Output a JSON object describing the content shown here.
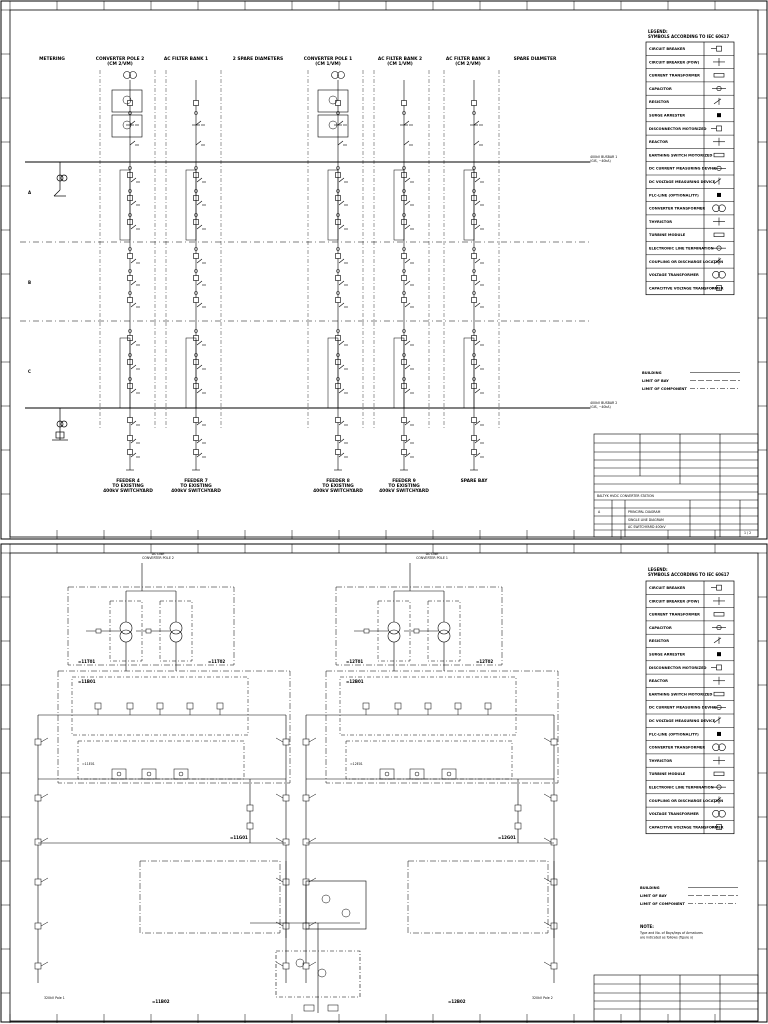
{
  "sheet1": {
    "column_headers": [
      "METERING",
      "CONVERTER POLE 2\n(CM 2/VM)",
      "AC FILTER BANK 1",
      "2 SPARE DIAMETERS",
      "CONVERTER POLE 1\n(CM 1/VM)",
      "AC FILTER BANK 2\n(CM 1/VM)",
      "AC FILTER BANK 3\n(CM 2/VM)",
      "SPARE DIAMETER"
    ],
    "bus_top_label": "400kV BUSBAR 1\n(GIS, ~40kA)",
    "bus_bottom_label": "400kV BUSBAR 2\n(GIS, ~40kA)",
    "zone_labels": [
      "A",
      "B",
      "C"
    ],
    "feeders": [
      "FEEDER 4\nTO EXISTING\n400kV SWITCHYARD",
      "FEEDER 7\nTO EXISTING\n400kV SWITCHYARD",
      "FEEDER 8\nTO EXISTING\n400kV SWITCHYARD",
      "FEEDER 9\nTO EXISTING\n400kV SWITCHYARD",
      "SPARE BAY"
    ],
    "legend_title": "LEGEND:\nSYMBOLS ACCORDING TO IEC 60617",
    "legend_items": [
      "CIRCUIT BREAKER",
      "CIRCUIT BREAKER (POW)",
      "CURRENT TRANSFORMER",
      "CAPACITOR",
      "RESISTOR",
      "SURGE ARRESTER",
      "DISCONNECTOR MOTORIZED",
      "REACTOR",
      "EARTHING SWITCH MOTORIZED",
      "DC CURRENT MEASURING DEVICE",
      "DC VOLTAGE MEASURING DEVICE",
      "PLC-LINE (OPTIONALITY)",
      "CONVERTER TRANSFORMER",
      "THYRISTOR",
      "TURBINE MODULE",
      "ELECTRONIC LINE TERMINATION",
      "COUPLING OR DISCHARGE LOCATION",
      "VOLTAGE TRANSFORMER",
      "CAPACITIVE VOLTAGE TRANSFORMER"
    ],
    "boundary_legend": [
      "BUILDING",
      "LIMIT OF BAY",
      "LIMIT OF COMPONENT"
    ],
    "title_block": {
      "rows": [
        "BALTYK HVDC CONVERTER STATION",
        "SINGLE LINE DIAGRAM",
        "AC SWITCHYARD 400kV"
      ],
      "doc": "PRINCIPAL DIAGRAM",
      "rev": "A",
      "sheet": "1 / 2"
    }
  },
  "sheet2": {
    "top_labels": [
      "DC LINE\nCONVERTER POLE 2",
      "DC LINE\nCONVERTER POLE 1"
    ],
    "bay_labels": [
      "=11T01",
      "=11T02",
      "=12T01",
      "=12T02",
      "=11B01",
      "=12B01",
      "=11E01",
      "=12E01",
      "=11G01",
      "=12G01"
    ],
    "bottom_labels": [
      "=11B02",
      "=12B02"
    ],
    "pole_labels": [
      "320kV Pole 1",
      "320kV Pole 2"
    ],
    "note_title": "NOTE:",
    "note_text": "Type and No. of Bays/legs of Armatures\nare indicated as follows (figure x)",
    "legend_title": "LEGEND:\nSYMBOLS ACCORDING TO IEC 60617",
    "legend_items": [
      "CIRCUIT BREAKER",
      "CIRCUIT BREAKER (POW)",
      "CURRENT TRANSFORMER",
      "CAPACITOR",
      "RESISTOR",
      "SURGE ARRESTER",
      "DISCONNECTOR MOTORIZED",
      "REACTOR",
      "EARTHING SWITCH MOTORIZED",
      "DC CURRENT MEASURING DEVICE",
      "DC VOLTAGE MEASURING DEVICE",
      "PLC-LINE (OPTIONALITY)",
      "CONVERTER TRANSFORMER",
      "THYRISTOR",
      "TURBINE MODULE",
      "ELECTRONIC LINE TERMINATION",
      "COUPLING OR DISCHARGE LOCATION",
      "VOLTAGE TRANSFORMER",
      "CAPACITIVE VOLTAGE TRANSFORMER"
    ],
    "boundary_legend": [
      "BUILDING",
      "LIMIT OF BAY",
      "LIMIT OF COMPONENT"
    ]
  }
}
